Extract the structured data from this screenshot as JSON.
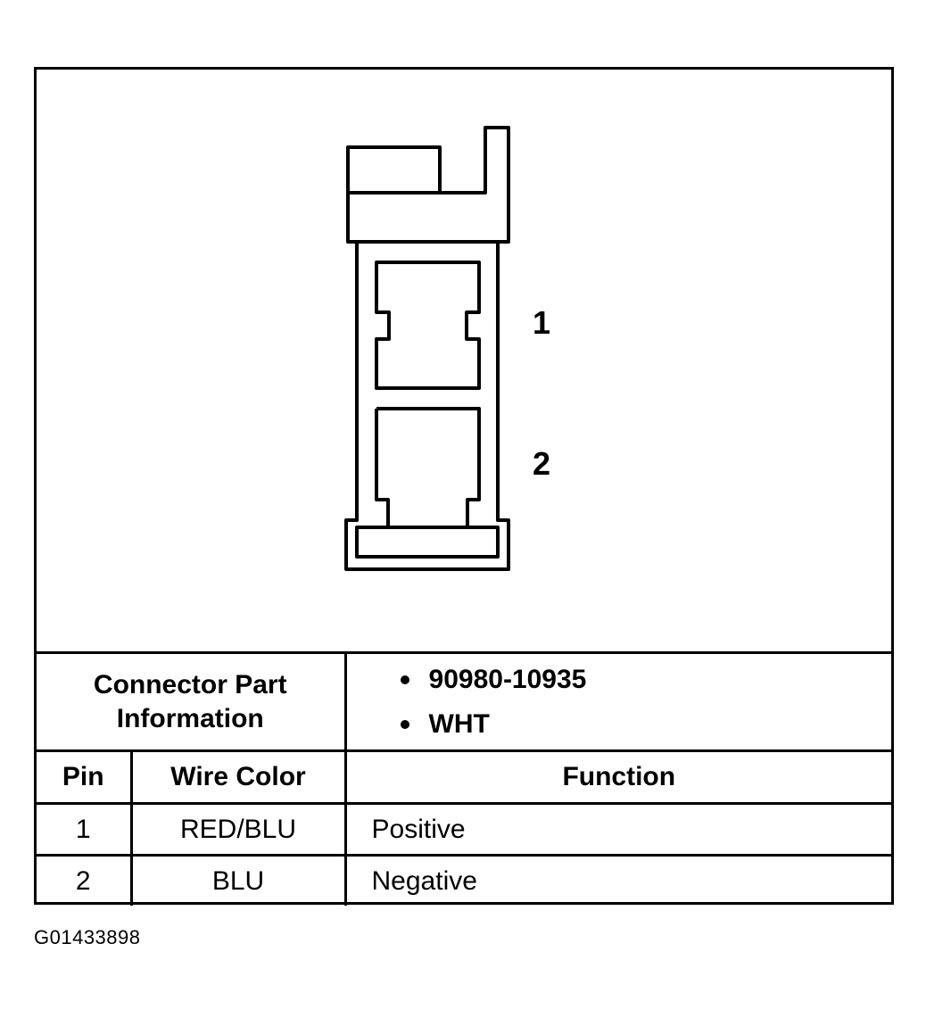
{
  "diagram": {
    "pin_labels": [
      "1",
      "2"
    ]
  },
  "connector": {
    "part_info_label_line1": "Connector Part",
    "part_info_label_line2": "Information",
    "part_number": "90980-10935",
    "color": "WHT"
  },
  "table": {
    "headers": {
      "pin": "Pin",
      "wire_color": "Wire Color",
      "function": "Function"
    },
    "rows": [
      {
        "pin": "1",
        "wire_color": "RED/BLU",
        "function": "Positive"
      },
      {
        "pin": "2",
        "wire_color": "BLU",
        "function": "Negative"
      }
    ]
  },
  "figure_id": "G01433898"
}
